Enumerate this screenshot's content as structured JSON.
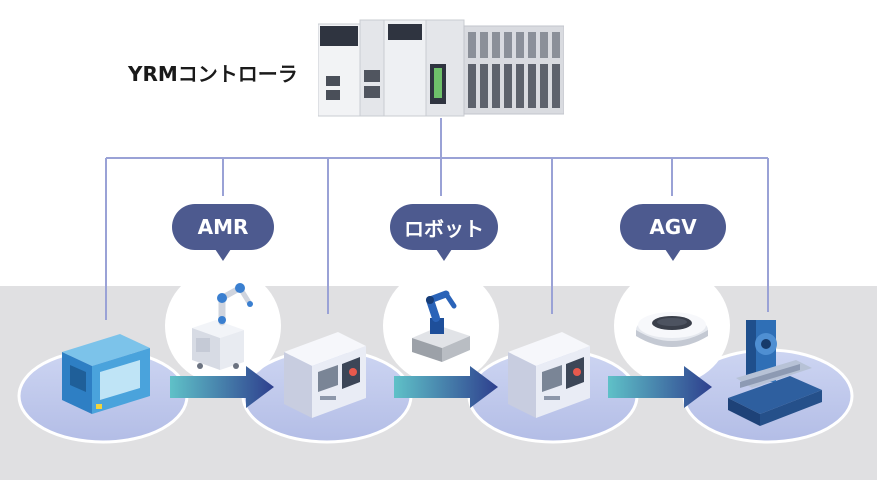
{
  "controller": {
    "label": "YRMコントローラ"
  },
  "nodes": [
    {
      "label": "AMR"
    },
    {
      "label": "ロボット"
    },
    {
      "label": "AGV"
    }
  ],
  "colors": {
    "bubble": "#4d5a8f",
    "connector_line": "#9aa2d6",
    "platform": "#c0c9ec",
    "arrow_start": "#5fc1c8",
    "arrow_end": "#2e3f8e",
    "floor": "#e0e0e2"
  }
}
